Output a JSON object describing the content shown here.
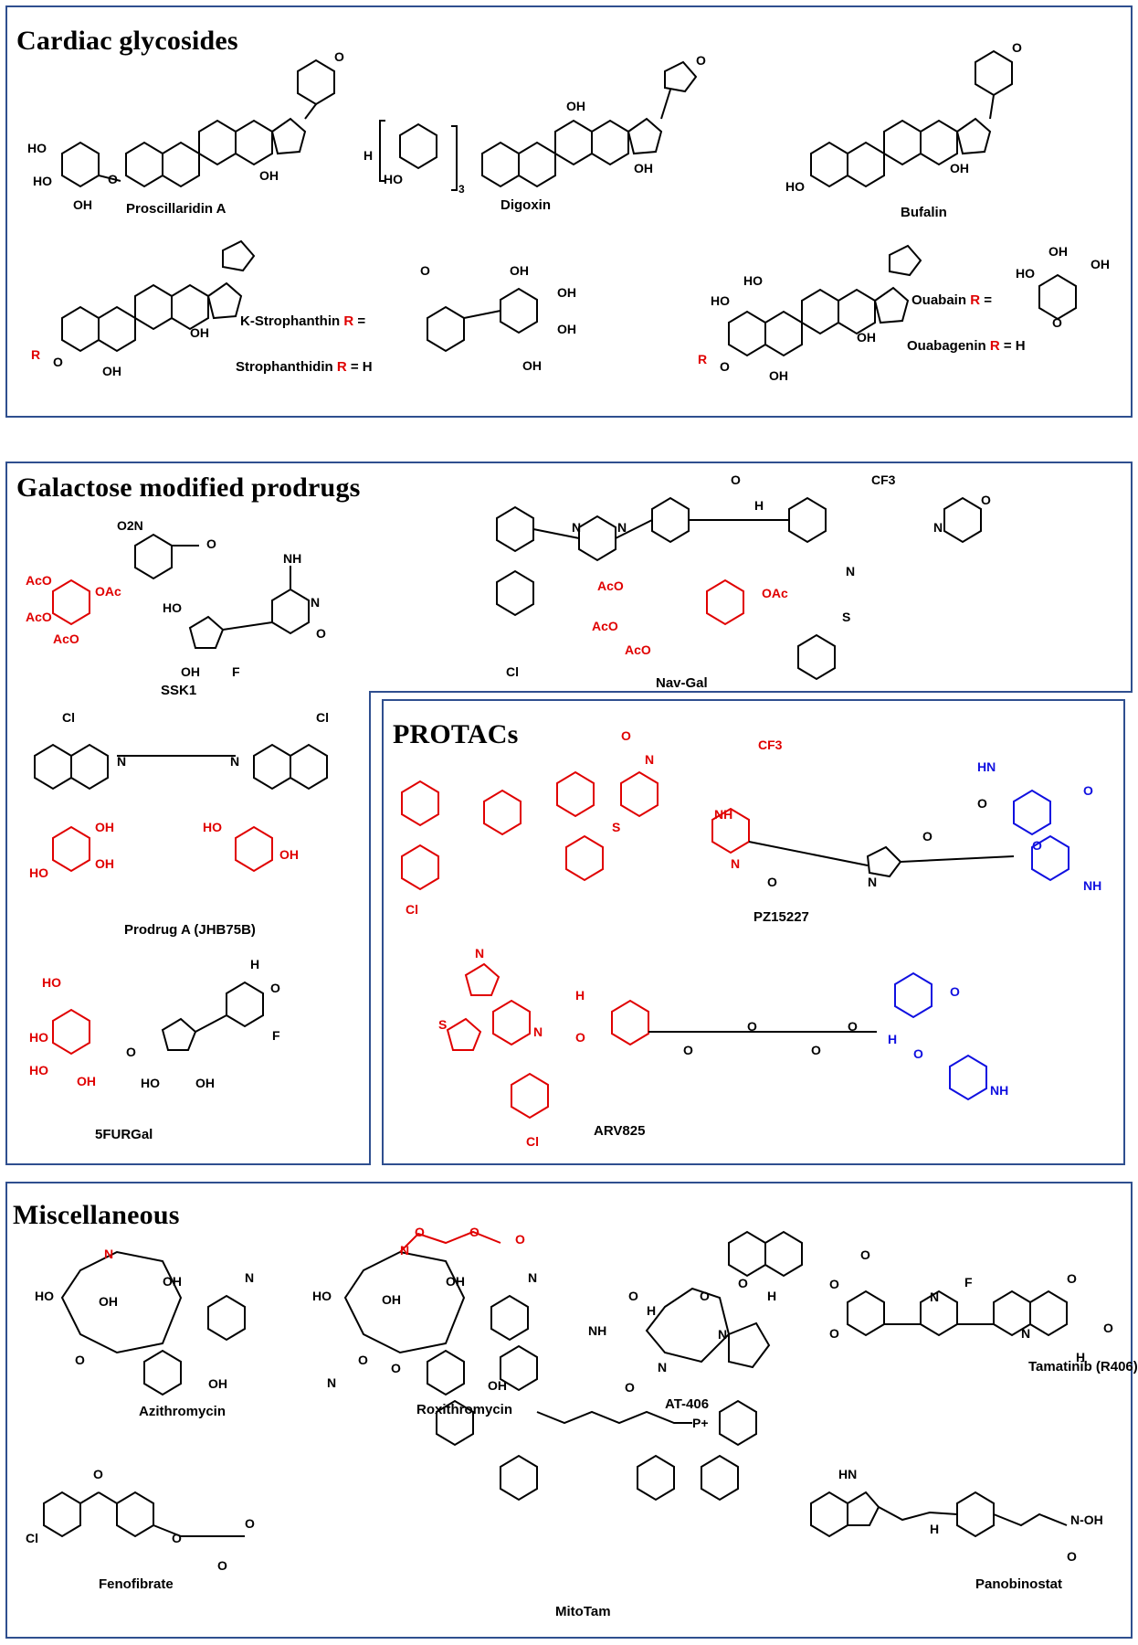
{
  "panels": {
    "cardiac": {
      "title": "Cardiac glycosides"
    },
    "galactose": {
      "title": "Galactose modified prodrugs"
    },
    "protacs": {
      "title": "PROTACs"
    },
    "misc": {
      "title": "Miscellaneous"
    }
  },
  "compounds": {
    "proscillaridin": "Proscillaridin A",
    "digoxin": "Digoxin",
    "bufalin": "Bufalin",
    "k_strophanthin": "K-Strophanthin",
    "strophanthidin": "Strophanthidin",
    "ouabain": "Ouabain",
    "ouabagenin": "Ouabagenin",
    "ssk1": "SSK1",
    "nav_gal": "Nav-Gal",
    "prodrug_a": "Prodrug A (JHB75B)",
    "furgal": "5FURGal",
    "pz15227": "PZ15227",
    "arv825": "ARV825",
    "azithromycin": "Azithromycin",
    "roxithromycin": "Roxithromycin",
    "at406": "AT-406",
    "tamatinib": "Tamatinib (R406)",
    "fenofibrate": "Fenofibrate",
    "mitotam": "MitoTam",
    "panobinostat": "Panobinostat"
  },
  "r_groups": {
    "r_symbol": "R",
    "equals": "=",
    "equals_h": "= H"
  },
  "atom_labels": {
    "oh": "OH",
    "ho": "HO",
    "o": "O",
    "h": "H",
    "n": "N",
    "nh": "NH",
    "hn": "HN",
    "s": "S",
    "cl": "Cl",
    "f": "F",
    "aco": "AcO",
    "oac": "OAc",
    "o2n": "O2N",
    "cf3": "CF3",
    "three": "3",
    "p_plus": "P+",
    "n_oh": "N-OH"
  },
  "colors": {
    "panel_border": "#2f4f8f",
    "highlight_red": "#e00000",
    "highlight_blue": "#1010e0",
    "ink": "#000000"
  }
}
